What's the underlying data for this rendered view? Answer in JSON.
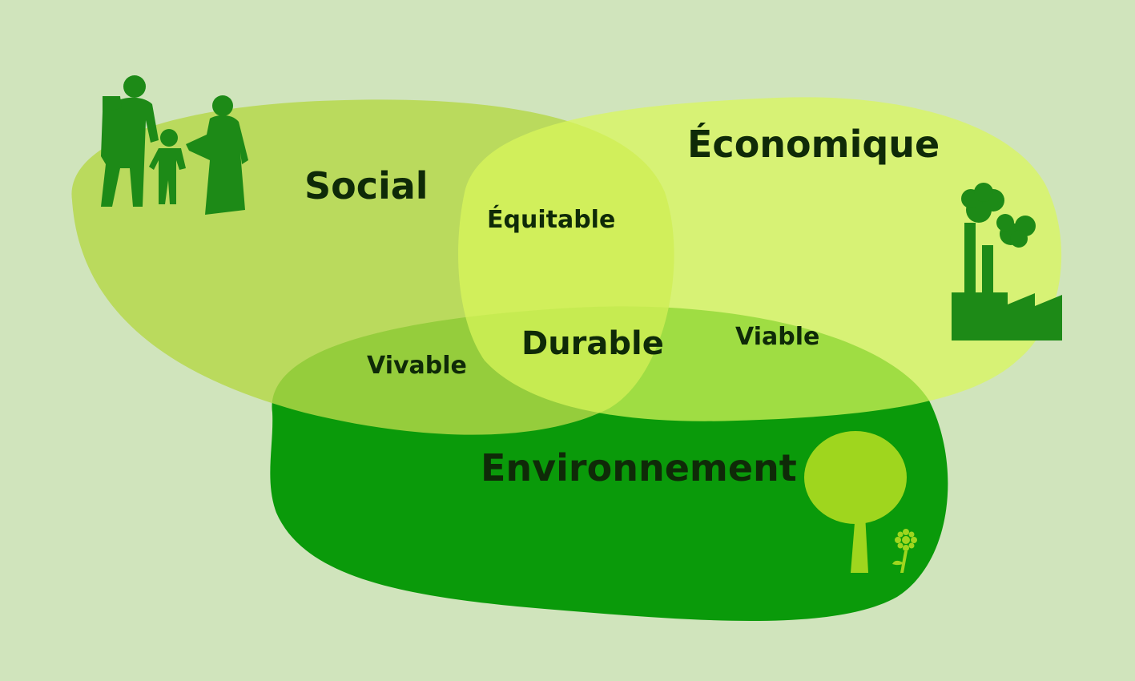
{
  "colors": {
    "background": "#d0e4bc",
    "social": "#b5d848",
    "economique": "#d9f75a",
    "environnement": "#0a9a0a",
    "icon_dark": "#1d8a17",
    "tree": "#9fd61e",
    "text": "#0f2a08"
  },
  "sets": {
    "social": "Social",
    "economique": "Économique",
    "environnement": "Environnement"
  },
  "intersections": {
    "social_economique": "Équitable",
    "social_environnement": "Vivable",
    "economique_environnement": "Viable",
    "all": "Durable"
  },
  "icons": {
    "social": "family-icon",
    "economique": "factory-icon",
    "environnement": "tree-icon",
    "flower": "flower-icon"
  }
}
